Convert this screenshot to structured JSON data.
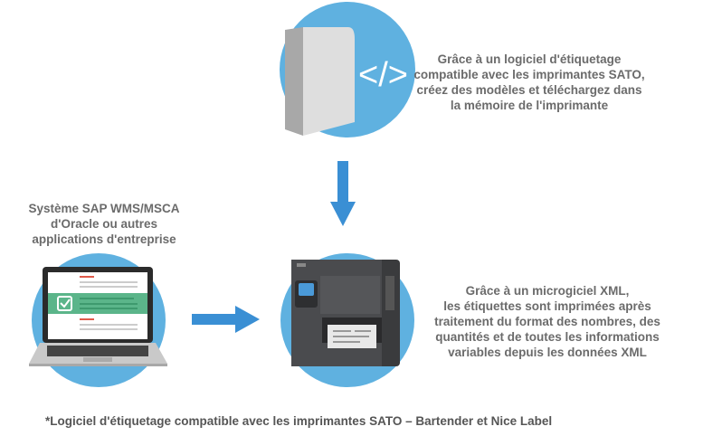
{
  "top_text": [
    "Grâce à un logiciel d'étiquetage",
    "compatible avec les imprimantes SATO,",
    "créez des modèles et téléchargez dans",
    "la mémoire de l'imprimante"
  ],
  "left_text": [
    "Système SAP WMS/MSCA",
    "d'Oracle ou autres",
    "applications d'entreprise"
  ],
  "right_text": [
    "Grâce à un microgiciel XML,",
    "les étiquettes sont imprimées après",
    "traitement du format des nombres, des",
    "quantités et de toutes les informations",
    "variables depuis les données XML"
  ],
  "footnote": "*Logiciel d'étiquetage compatible avec les imprimantes SATO – Bartender et Nice Label",
  "code_icon": "</>",
  "colors": {
    "circle": "#5fb1e0",
    "arrow": "#3a8fd4",
    "text": "#6b6b6b",
    "check": "#5bb58a"
  }
}
